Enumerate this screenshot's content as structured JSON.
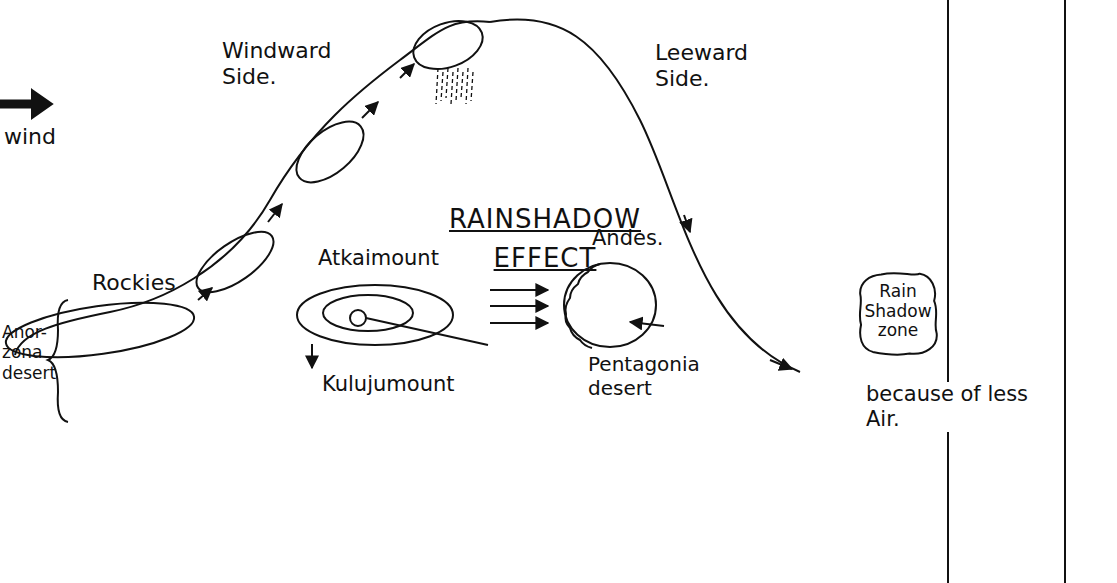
{
  "diagram": {
    "title": "RAINSHADOW EFFECT",
    "nodes": [
      {
        "text": [
          "Rain Shadow zone"
        ]
      }
    ],
    "labels": [
      "Windward Side.",
      "Leeward Side.",
      "wind",
      "Rockies",
      "Anor-zona desert",
      "Atkaimount",
      "Kulujumount",
      "Andes.",
      "Pentagonia desert",
      "because of less Air."
    ]
  }
}
